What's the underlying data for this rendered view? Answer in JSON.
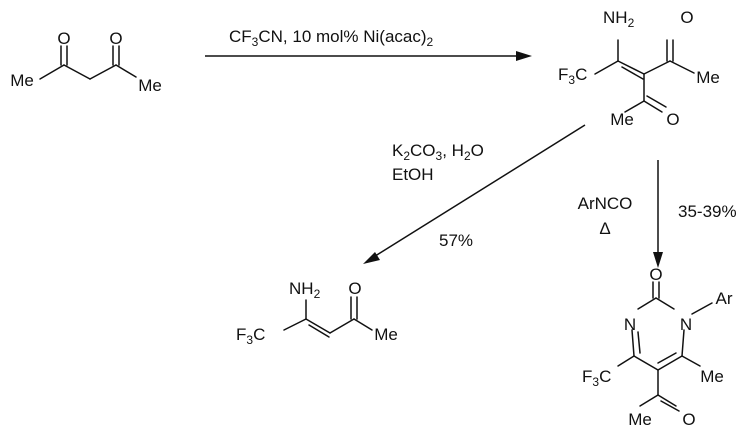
{
  "molecules": {
    "acac": {
      "o1": "O",
      "o2": "O",
      "me1": "Me",
      "me2": "Me"
    },
    "enaminone": {
      "n_base": "NH",
      "n_sub": "2",
      "f_base": "F",
      "f_sub": "3",
      "f_end": "C",
      "o_ketone": "O",
      "me_ketone": "Me",
      "me_acetyl": "Me",
      "o_acetyl": "O"
    },
    "deacetyl": {
      "n_base": "NH",
      "n_sub": "2",
      "o": "O",
      "f_base": "F",
      "f_sub": "3",
      "f_end": "C",
      "me": "Me"
    },
    "pyrimidinone": {
      "o_top": "O",
      "n3": "N",
      "n1": "N",
      "ar": "Ar",
      "f_base": "F",
      "f_sub": "3",
      "f_end": "C",
      "me_ring": "Me",
      "me_acetyl": "Me",
      "o_acetyl": "O"
    }
  },
  "reactions": {
    "step1": {
      "a": "CF",
      "a_sub": "3",
      "b": "CN, 10 mol% Ni(acac)",
      "b_sub": "2"
    },
    "step2": {
      "l1_a": "K",
      "l1_a_sub": "2",
      "l1_b": "CO",
      "l1_b_sub": "3",
      "l1_c": ", H",
      "l1_c_sub": "2",
      "l1_d": "O",
      "line2": "EtOH",
      "yield": "57%"
    },
    "step3": {
      "reagent": "ArNCO",
      "heat": "Δ",
      "yield": "35-39%"
    }
  }
}
